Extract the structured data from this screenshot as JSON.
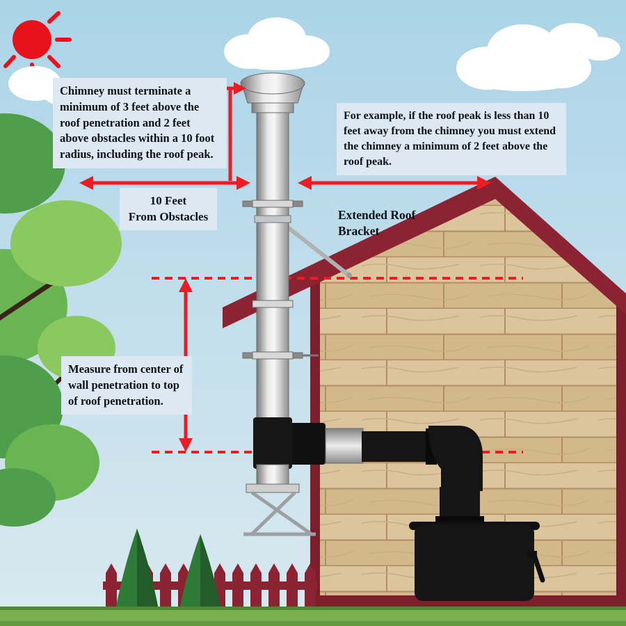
{
  "callouts": {
    "terminate_rule": "Chimney must terminate a minimum of 3 feet above the roof penetration and 2 feet above obstacles within a 10 foot radius, including the roof peak.",
    "roof_peak_example": "For example, if the roof peak is less than 10 feet away from the chimney you must extend the chimney a minimum of 2 feet above the roof peak.",
    "ten_feet_from_obstacles": "10 Feet\nFrom Obstacles",
    "extended_roof_bracket": "Extended Roof\nBracket",
    "measure_note": "Measure from center of wall penetration to top of roof penetration."
  },
  "colors": {
    "arrow_red": "#ec1c24",
    "sun_red": "#e8121c",
    "roof_red": "#8c2332",
    "border_red": "#7a1f2b",
    "fence_red": "#8c2332",
    "callout_bg": "#dde9f2",
    "text_dark": "#0c1116",
    "sky_blue": "#b7dbeb",
    "grass_green": "#79af4e",
    "wood_tan": "#d9c197",
    "stove_black": "#151515",
    "pipe_silver": "#e9e9e9",
    "tree_green": "#58a74f",
    "evergreen_green": "#2e7a37",
    "cloud_white": "#ffffff"
  }
}
